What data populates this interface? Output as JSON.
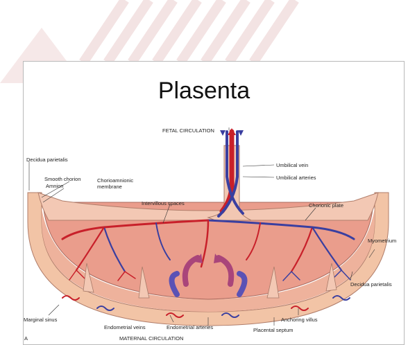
{
  "title": "Plasenta",
  "labels": {
    "fetal_circulation": "FETAL CIRCULATION",
    "umbilical_vein": "Umbilical vein",
    "umbilical_arteries": "Umbilical arteries",
    "decidua_parietalis_top": "Decidua parietalis",
    "smooth_chorion": "Smooth chorion",
    "amnion": "Amnion",
    "chorioamnionic_membrane": "Chorioamnionic membrane",
    "intervillous_spaces": "Intervillous spaces",
    "chorionic_plate": "Chorionic plate",
    "myometrium": "Myometrium",
    "decidua_parietalis_bottom": "Decidua parietalis",
    "marginal_sinus": "Marginal sinus",
    "endometrial_veins": "Endometrial veins",
    "endometrial_arteries": "Endometrial arteries",
    "placental_septum": "Placental septum",
    "anchoring_villus": "Anchoring villus",
    "maternal_circulation": "MATERNAL CIRCULATION",
    "panel_letter": "A"
  },
  "colors": {
    "artery": "#c8202a",
    "vein": "#3a3fa0",
    "uterus_outer": "#f2c4a6",
    "uterus_inner": "#e9a48e",
    "intervillous": "#ee8f80",
    "watermark": "#f3dfdf"
  }
}
